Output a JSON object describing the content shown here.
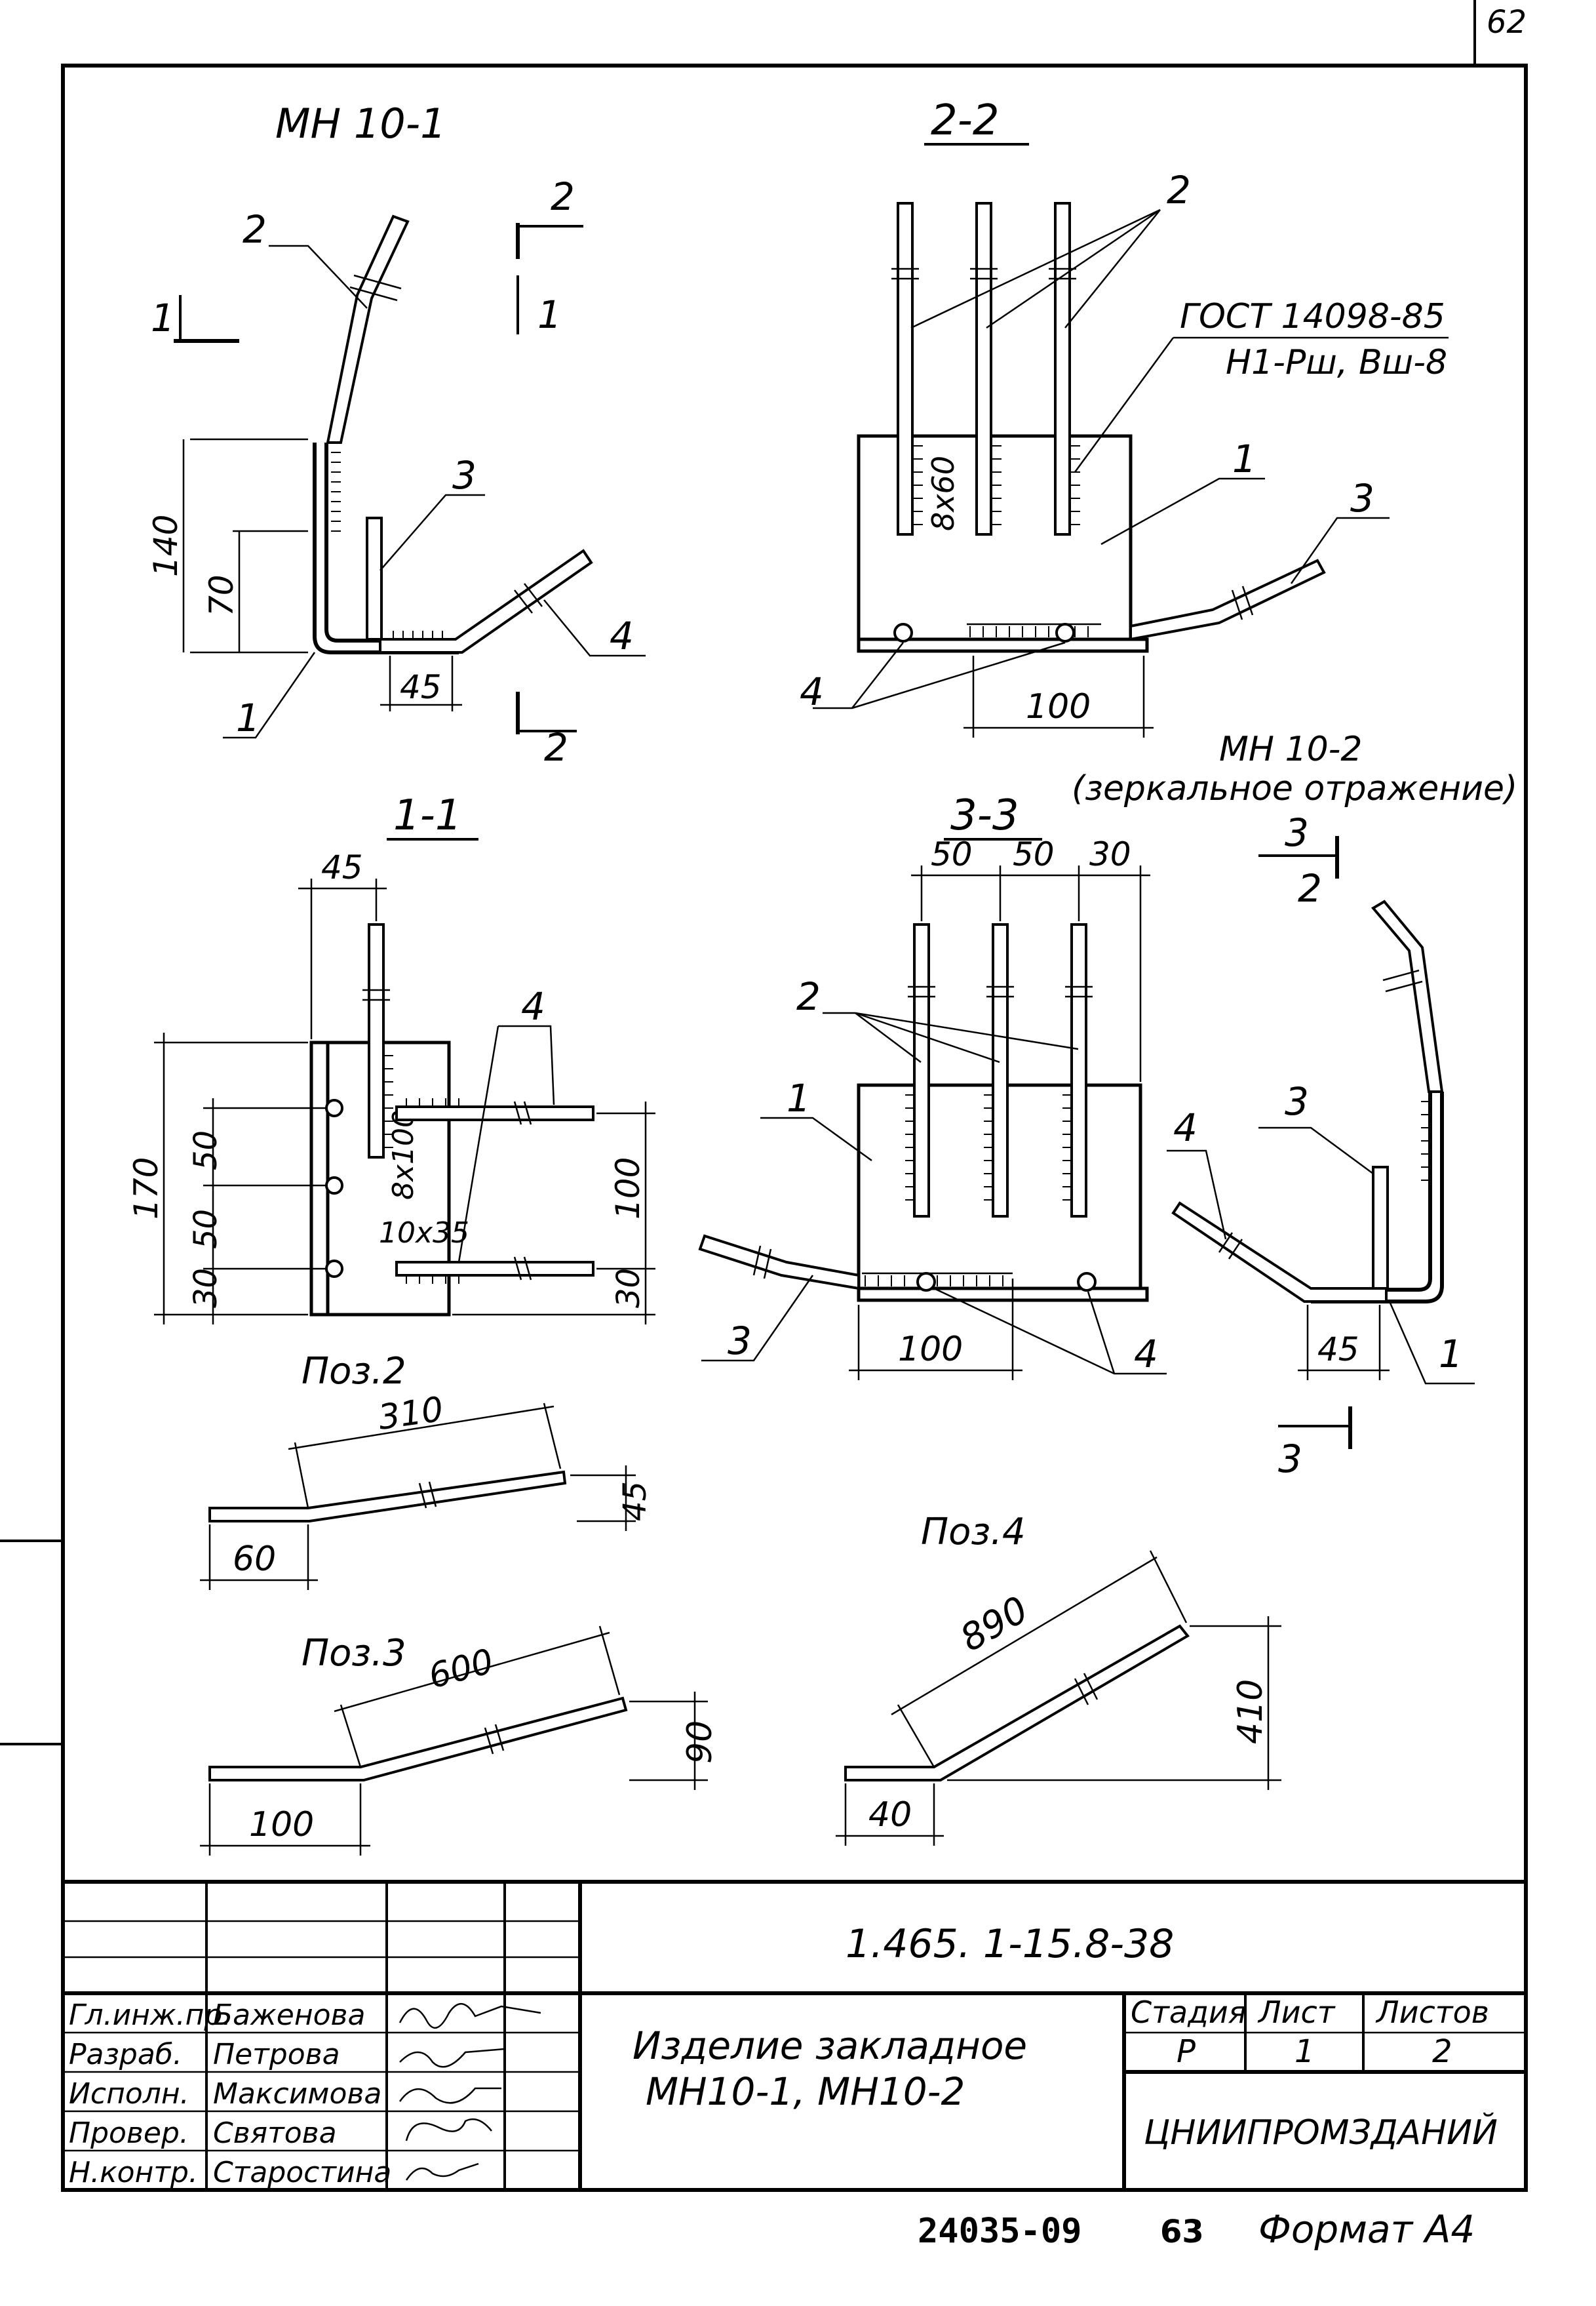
{
  "sheet_number": "62",
  "views": {
    "mn10_1_title": "МН 10-1",
    "sec_2_2_title": "2-2",
    "sec_1_1_title": "1-1",
    "sec_3_3_title": "3-3",
    "mn10_2_title": "МН 10-2",
    "mn10_2_subtitle": "(зеркальное отражение)"
  },
  "callouts": {
    "p1": "1",
    "p2": "2",
    "p3": "3",
    "p4": "4",
    "cut1": "1",
    "cut2": "2",
    "cut3": "3"
  },
  "notes": {
    "gost": "ГОСТ 14098-85",
    "weld_type": "Н1-Рш, Вш-8",
    "weld_8x60": "8х60",
    "weld_8x100": "8х100",
    "weld_10x35": "10х35"
  },
  "dims": {
    "d140": "140",
    "d70": "70",
    "d45": "45",
    "d100": "100",
    "d50": "50",
    "d30": "30",
    "d170": "170",
    "d310": "310",
    "d60": "60",
    "d600": "600",
    "d90": "90",
    "d890": "890",
    "d410": "410",
    "d40": "40"
  },
  "positions": {
    "poz2": "Поз.2",
    "poz3": "Поз.3",
    "poz4": "Поз.4"
  },
  "title_block": {
    "doc_code": "1.465. 1-15.8-38",
    "roles": [
      "Гл.инж.пр.",
      "Разраб.",
      "Исполн.",
      "Провер.",
      "Н.контр."
    ],
    "names": [
      "Баженова",
      "Петрова",
      "Максимова",
      "Святова",
      "Старостина"
    ],
    "product_title_line1": "Изделие закладное",
    "product_title_line2": "МН10-1, МН10-2",
    "stage_label": "Стадия",
    "sheet_label": "Лист",
    "sheets_label": "Листов",
    "stage_value": "Р",
    "sheet_value": "1",
    "sheets_value": "2",
    "organization": "ЦНИИПРОМЗДАНИЙ"
  },
  "footer": {
    "inventory": "24035-09",
    "page": "63",
    "format": "Формат А4"
  }
}
